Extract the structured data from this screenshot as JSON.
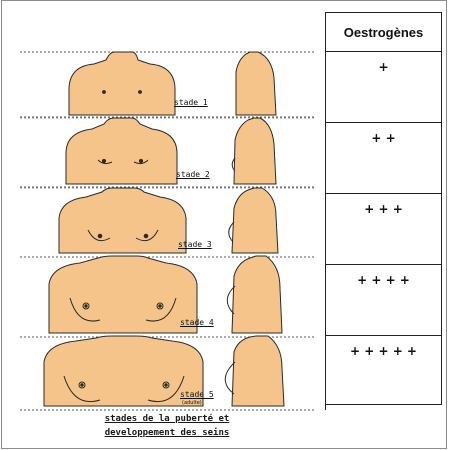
{
  "table": {
    "header": "Oestrogènes",
    "rows": [
      "+",
      "+ +",
      "+ + +",
      "+ + + +",
      "+ + + + +"
    ]
  },
  "stages": [
    {
      "label": "stade 1"
    },
    {
      "label": "stade 2"
    },
    {
      "label": "stade 3"
    },
    {
      "label": "stade 4"
    },
    {
      "label": "stade 5",
      "sublabel": "(adulte)"
    }
  ],
  "caption": {
    "line1": "stades de la puberté et",
    "line2": "developpement des seins"
  },
  "colors": {
    "skin": "#f4c48a",
    "outline": "#2a2a2a",
    "dotted_line": "#555555"
  }
}
